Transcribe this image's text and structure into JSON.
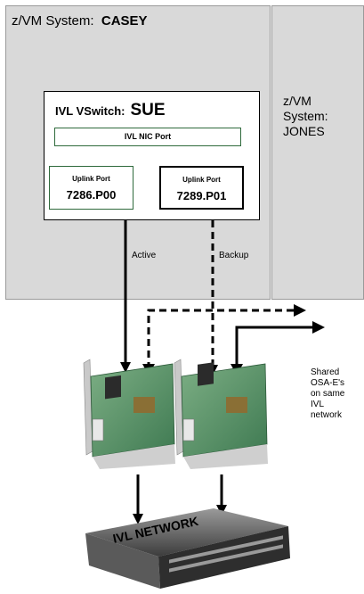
{
  "systems": {
    "casey": {
      "label": "z/VM System:",
      "name": "CASEY"
    },
    "jones": {
      "line1": "z/VM",
      "line2": "System:",
      "line3": "JONES"
    }
  },
  "vswitch": {
    "label": "IVL VSwitch:",
    "name": "SUE",
    "nic_port": "IVL NIC Port"
  },
  "ports": [
    {
      "label": "Uplink Port",
      "id": "7286.P00"
    },
    {
      "label": "Uplink Port",
      "id": "7289.P01"
    }
  ],
  "links": {
    "active": "Active",
    "backup": "Backup"
  },
  "shared_note": [
    "Shared",
    "OSA-E's",
    "on same",
    "IVL",
    "network"
  ],
  "network_label": "IVL NETWORK"
}
